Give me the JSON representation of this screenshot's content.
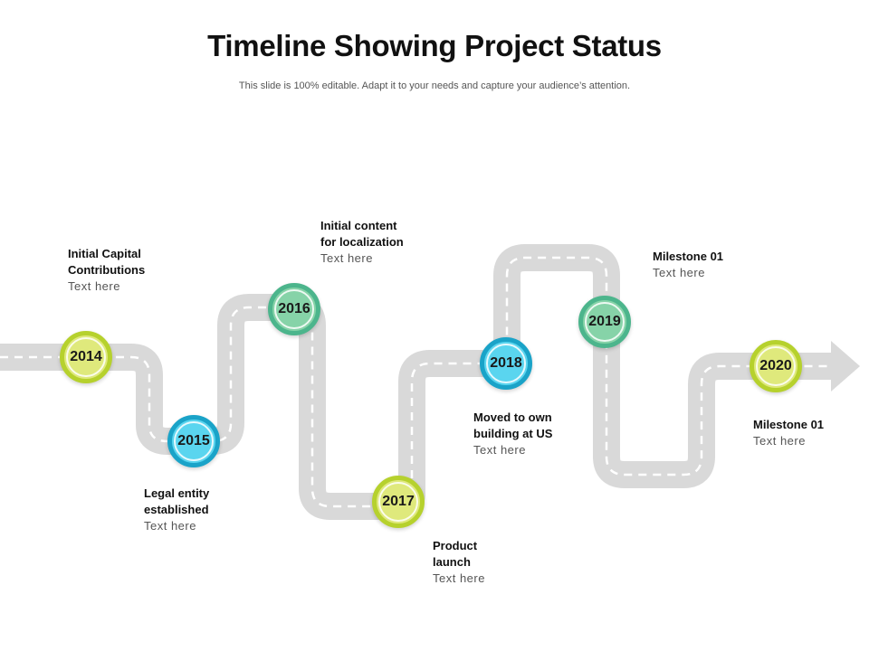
{
  "header": {
    "title": "Timeline Showing Project Status",
    "subtitle": "This slide is 100% editable. Adapt it to your needs and capture your audience’s attention."
  },
  "colors": {
    "road": "#d9d9d9",
    "dash": "#ffffff",
    "lime_ring": "#b6d12d",
    "lime_fill": "#dfe97c",
    "cyan_ring": "#1aa3c8",
    "cyan_fill": "#5ad5ef",
    "green_ring": "#4cb58c",
    "green_fill": "#86d3a8"
  },
  "milestones": [
    {
      "year": "2014",
      "title_lines": [
        "Initial Capital",
        "Contributions"
      ],
      "text": "Text here"
    },
    {
      "year": "2015",
      "title_lines": [
        "Legal entity",
        "established"
      ],
      "text": "Text here"
    },
    {
      "year": "2016",
      "title_lines": [
        "Initial content",
        "for localization"
      ],
      "text": "Text here"
    },
    {
      "year": "2017",
      "title_lines": [
        "Product",
        "launch"
      ],
      "text": "Text here"
    },
    {
      "year": "2018",
      "title_lines": [
        "Moved to own",
        "building at US"
      ],
      "text": "Text here"
    },
    {
      "year": "2019",
      "title_lines": [
        "Milestone 01"
      ],
      "text": "Text here"
    },
    {
      "year": "2020",
      "title_lines": [
        "Milestone 01"
      ],
      "text": "Text here"
    }
  ]
}
